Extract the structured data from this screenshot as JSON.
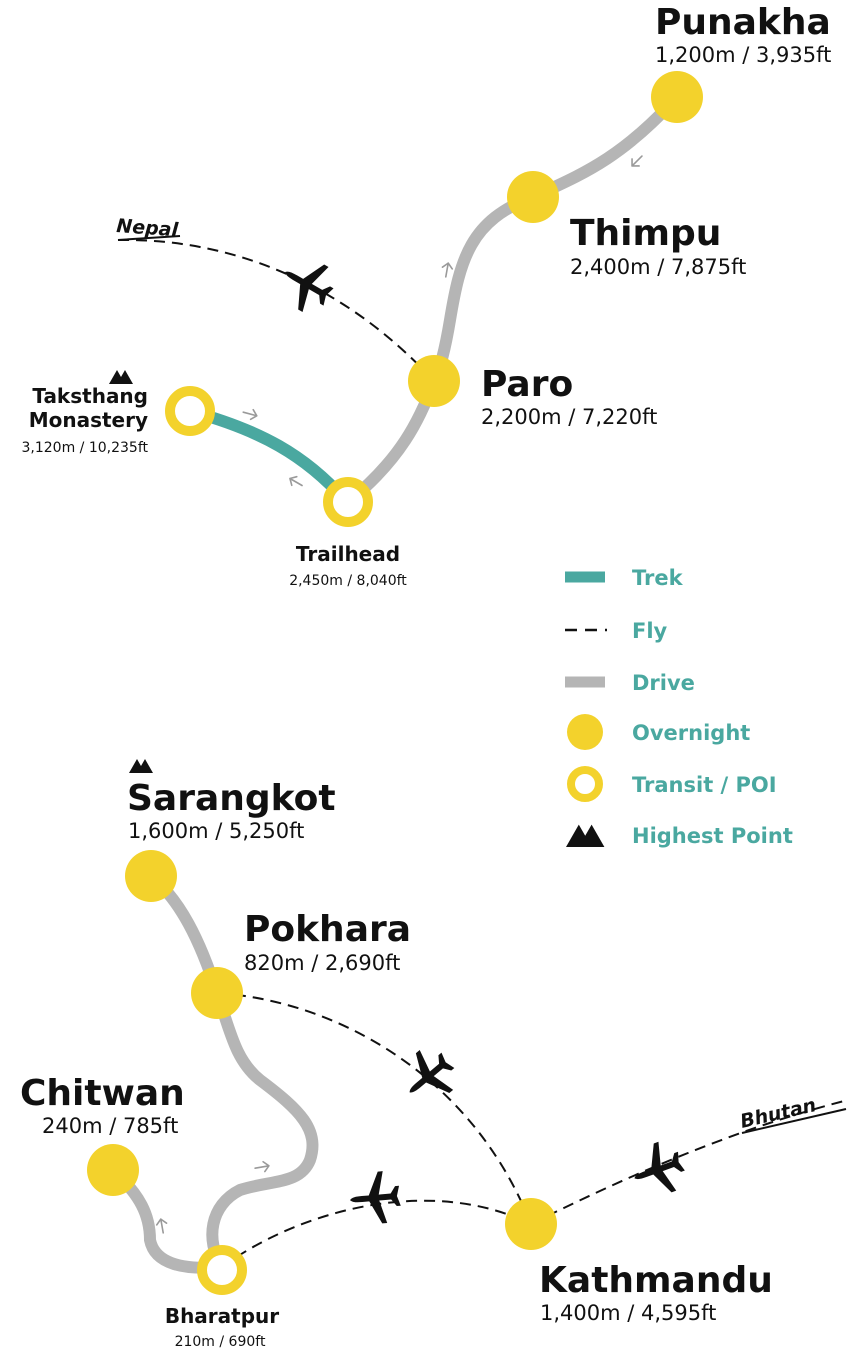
{
  "colors": {
    "trek": "#4aa8a0",
    "drive": "#b5b5b5",
    "fly": "#111111",
    "overnight": "#f3d22c",
    "legend_text": "#4aa8a0"
  },
  "countries": {
    "nepal": "Nepal",
    "bhutan": "Bhutan"
  },
  "places": {
    "punakha": {
      "name": "Punakha",
      "altitude": "1,200m / 3,935ft",
      "type": "overnight"
    },
    "thimpu": {
      "name": "Thimpu",
      "altitude": "2,400m / 7,875ft",
      "type": "overnight"
    },
    "paro": {
      "name": "Paro",
      "altitude": "2,200m / 7,220ft",
      "type": "overnight"
    },
    "taksthang": {
      "name_line1": "Taksthang",
      "name_line2": "Monastery",
      "altitude": "3,120m / 10,235ft",
      "type": "transit",
      "highest_point": true
    },
    "trailhead": {
      "name": "Trailhead",
      "altitude": "2,450m / 8,040ft",
      "type": "transit"
    },
    "sarangkot": {
      "name": "Sarangkot",
      "altitude": "1,600m / 5,250ft",
      "type": "overnight",
      "highest_point": true
    },
    "pokhara": {
      "name": "Pokhara",
      "altitude": "820m / 2,690ft",
      "type": "overnight"
    },
    "chitwan": {
      "name": "Chitwan",
      "altitude": "240m / 785ft",
      "type": "overnight"
    },
    "bharatpur": {
      "name": "Bharatpur",
      "altitude": "210m / 690ft",
      "type": "transit"
    },
    "kathmandu": {
      "name": "Kathmandu",
      "altitude": "1,400m / 4,595ft",
      "type": "overnight"
    }
  },
  "legend": {
    "trek": "Trek",
    "fly": "Fly",
    "drive": "Drive",
    "overnight": "Overnight",
    "transit": "Transit / POI",
    "highest": "Highest Point"
  },
  "icons": [
    "airplane-icon",
    "mountain-icon",
    "arrow-icon"
  ]
}
